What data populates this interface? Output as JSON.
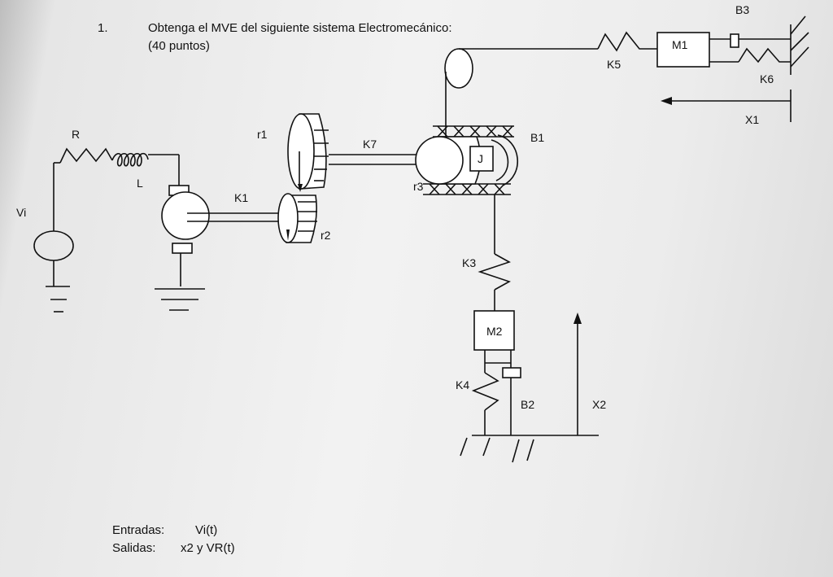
{
  "problem": {
    "number": "1.",
    "statement": "Obtenga el MVE del siguiente sistema Electromecánico:",
    "points": "(40 puntos)"
  },
  "labels": {
    "B3": "B3",
    "M1": "M1",
    "K5": "K5",
    "K6": "K6",
    "X1": "X1",
    "R": "R",
    "L": "L",
    "Vi": "Vi",
    "K1": "K1",
    "r1": "r1",
    "r2": "r2",
    "K7": "K7",
    "B1": "B1",
    "J": "J",
    "r3": "r3",
    "K3": "K3",
    "M2": "M2",
    "K4": "K4",
    "B2": "B2",
    "X2": "X2"
  },
  "footer": {
    "inputs_label": "Entradas:",
    "inputs_value": "Vi(t)",
    "outputs_label": "Salidas:",
    "outputs_value": "x2 y VR(t)"
  }
}
